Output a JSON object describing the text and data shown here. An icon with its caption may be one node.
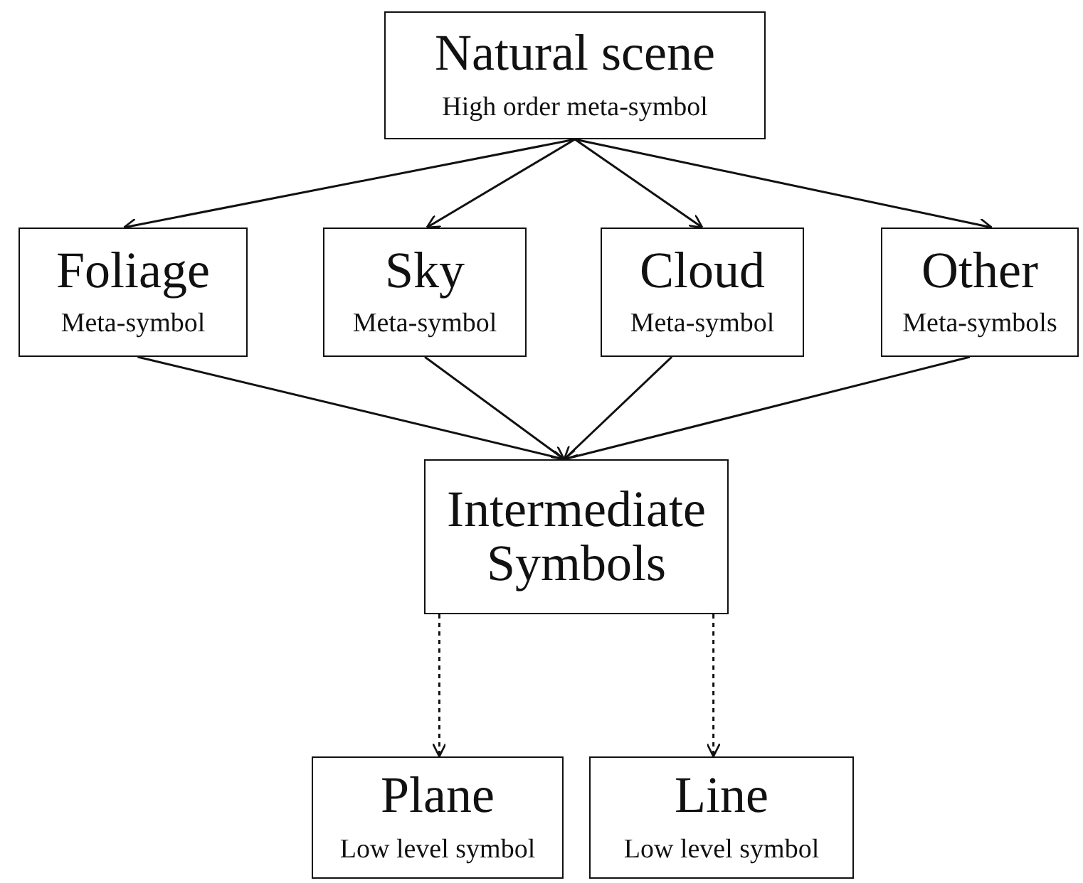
{
  "diagram": {
    "nodes": [
      {
        "text": [
          "Natural scene",
          "High order meta-symbol"
        ]
      },
      {
        "text": [
          "Foliage",
          "Meta-symbol"
        ]
      },
      {
        "text": [
          "Sky",
          "Meta-symbol"
        ]
      },
      {
        "text": [
          "Cloud",
          "Meta-symbol"
        ]
      },
      {
        "text": [
          "Other",
          "Meta-symbols"
        ]
      },
      {
        "text": [
          "Intermediate Symbols"
        ]
      },
      {
        "text": [
          "Plane",
          "Low level symbol"
        ]
      },
      {
        "text": [
          "Line",
          "Low level symbol"
        ]
      }
    ],
    "edges": [
      {
        "from": 0,
        "to": 1,
        "arrow": "to"
      },
      {
        "from": 0,
        "to": 2,
        "arrow": "to"
      },
      {
        "from": 0,
        "to": 3,
        "arrow": "to"
      },
      {
        "from": 0,
        "to": 4,
        "arrow": "to"
      },
      {
        "from": 1,
        "to": 5,
        "arrow": "to"
      },
      {
        "from": 2,
        "to": 5,
        "arrow": "to"
      },
      {
        "from": 3,
        "to": 5,
        "arrow": "to"
      },
      {
        "from": 4,
        "to": 5,
        "arrow": "to"
      },
      {
        "from": 5,
        "to": 6,
        "arrow": "to",
        "style": "dashed"
      },
      {
        "from": 5,
        "to": 7,
        "arrow": "to",
        "style": "dashed"
      }
    ]
  }
}
